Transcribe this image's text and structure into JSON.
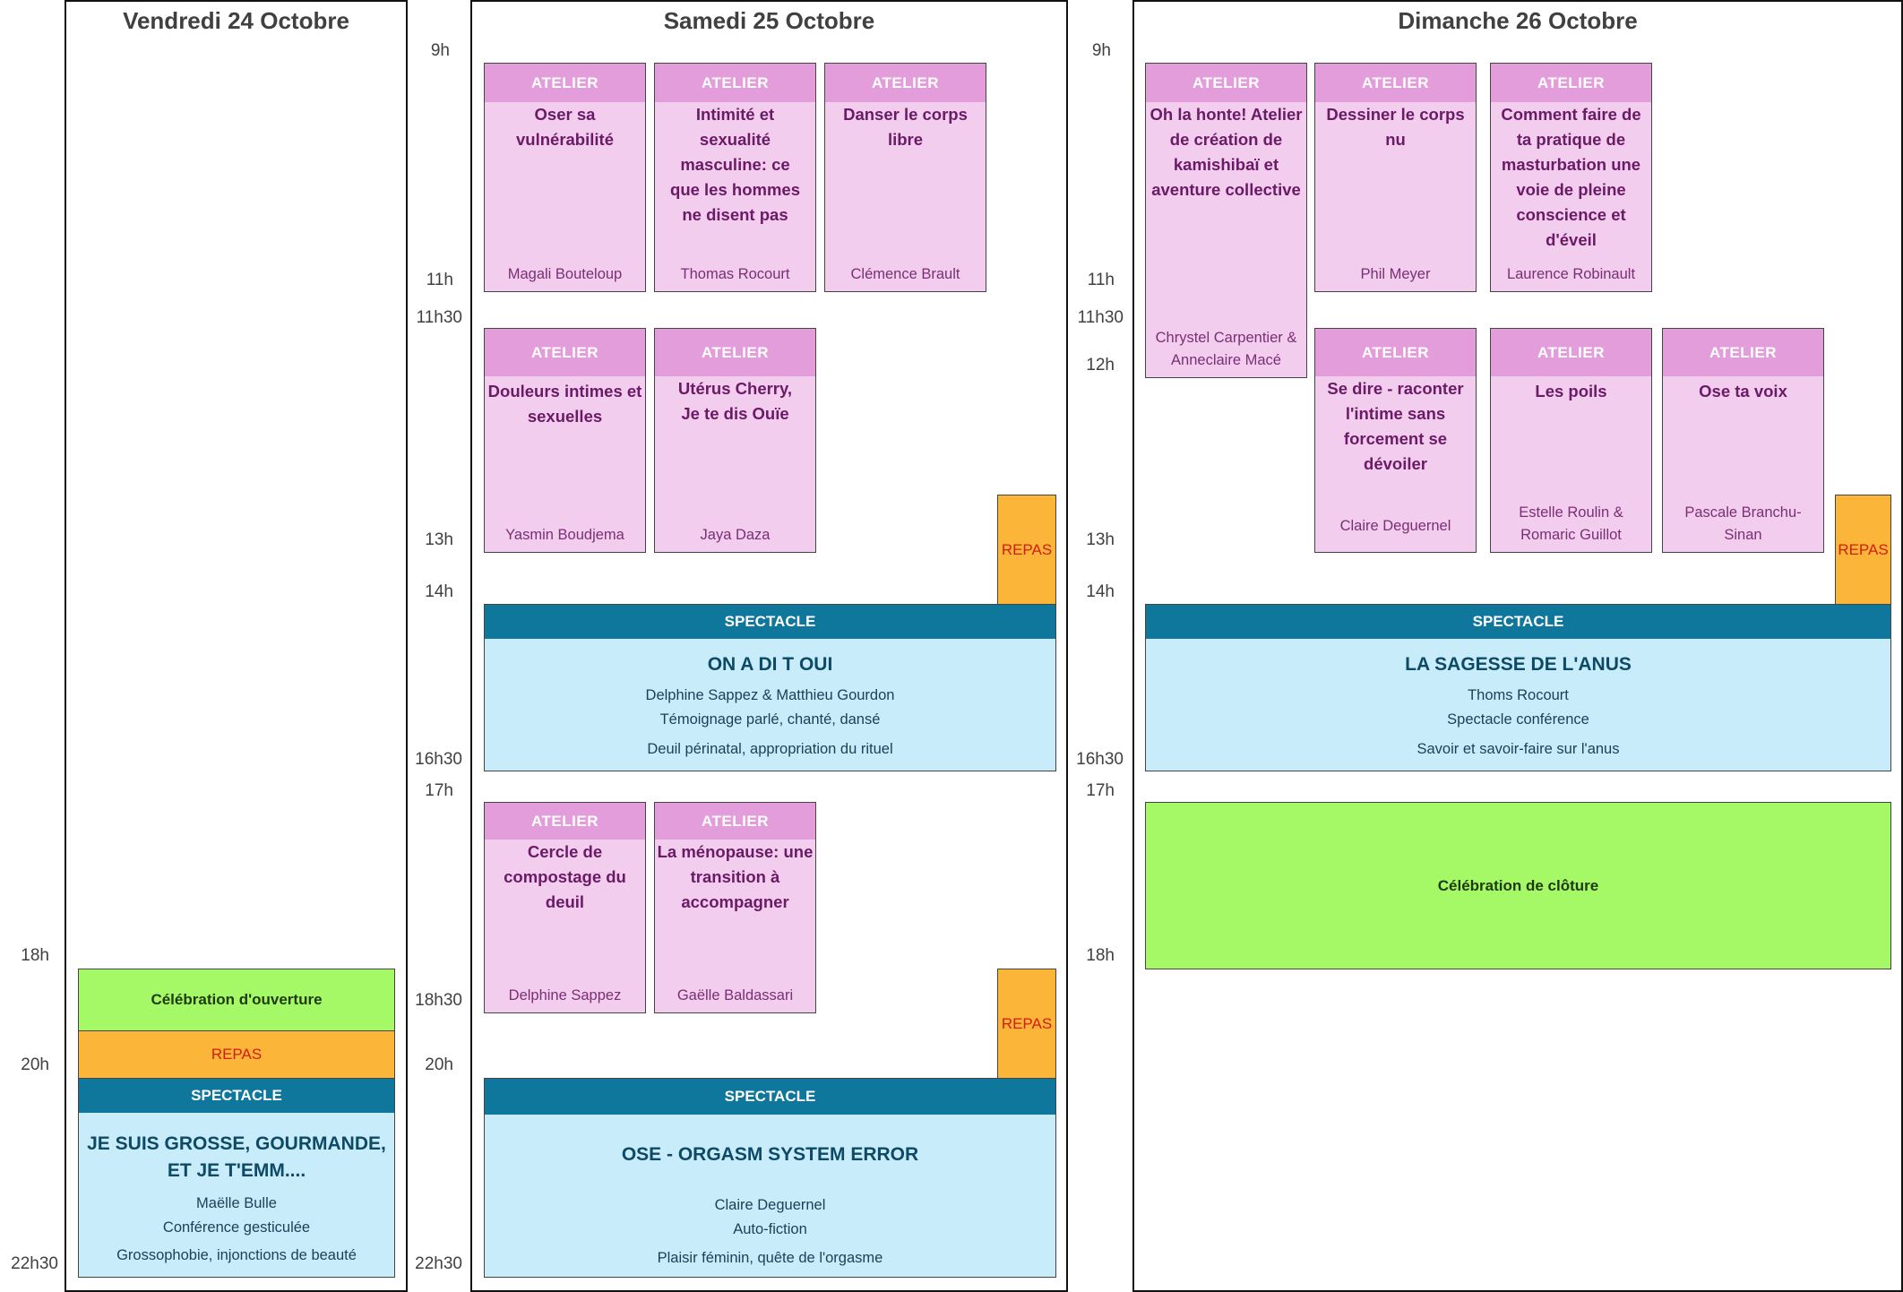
{
  "days": [
    {
      "title": "Vendredi 24 Octobre"
    },
    {
      "title": "Samedi 25 Octobre"
    },
    {
      "title": "Dimanche 26 Octobre"
    }
  ],
  "time_labels": {
    "vendredi": [
      "18h",
      "20h",
      "22h30"
    ],
    "samedi": [
      "9h",
      "11h",
      "11h30",
      "13h",
      "14h",
      "16h30",
      "17h",
      "18h30",
      "20h",
      "22h30"
    ],
    "dimanche": [
      "9h",
      "11h",
      "11h30",
      "12h",
      "13h",
      "14h",
      "16h30",
      "17h",
      "18h"
    ]
  },
  "labels": {
    "atelier": "ATELIER",
    "spectacle": "SPECTACLE",
    "repas": "REPAS"
  },
  "vendredi": {
    "opening": "Célébration d'ouverture",
    "repas": "REPAS",
    "spectacle": {
      "title": "JE SUIS GROSSE, GOURMANDE, ET JE T'EMM....",
      "lines": [
        "Maëlle Bulle",
        "Conférence gesticulée",
        "Grossophobie, injonctions de beauté"
      ]
    }
  },
  "samedi": {
    "ateliers_morning": [
      {
        "title": "Oser sa vulnérabilité",
        "who": "Magali Bouteloup"
      },
      {
        "title": "Intimité et sexualité masculine: ce que les hommes ne disent pas",
        "who": "Thomas Rocourt"
      },
      {
        "title": "Danser le corps libre",
        "who": "Clémence Brault"
      }
    ],
    "ateliers_midday": [
      {
        "title": "Douleurs intimes et sexuelles",
        "who": "Yasmin Boudjema"
      },
      {
        "title": "Utérus Cherry, Je te dis Ouïe",
        "who": "Jaya Daza"
      }
    ],
    "spectacle_afternoon": {
      "title": "ON A DI T OUI",
      "lines": [
        "Delphine Sappez & Matthieu Gourdon",
        "Témoignage parlé, chanté, dansé",
        "Deuil périnatal, appropriation du rituel"
      ]
    },
    "ateliers_evening": [
      {
        "title": "Cercle de compostage du deuil",
        "who": "Delphine Sappez"
      },
      {
        "title": "La ménopause: une transition à accompagner",
        "who": "Gaëlle Baldassari"
      }
    ],
    "spectacle_night": {
      "title": "OSE - ORGASM SYSTEM ERROR",
      "lines": [
        "Claire Deguernel",
        "Auto-fiction",
        "Plaisir féminin, quête de l'orgasme"
      ]
    }
  },
  "dimanche": {
    "ateliers_morning": [
      {
        "title": "Oh la honte! Atelier de création de kamishibaï et aventure collective",
        "who": "Chrystel Carpentier & Anneclaire Macé"
      },
      {
        "title": "Dessiner le corps nu",
        "who": "Phil Meyer"
      },
      {
        "title": "Comment faire de ta pratique de masturbation une voie de pleine conscience et d'éveil",
        "who": "Laurence Robinault"
      }
    ],
    "ateliers_midday": [
      {
        "title": "Se dire - raconter l'intime sans forcement se dévoiler",
        "who": "Claire Deguernel"
      },
      {
        "title": "Les poils",
        "who": "Estelle Roulin & Romaric Guillot"
      },
      {
        "title": "Ose ta voix",
        "who": "Pascale Branchu-Sinan"
      }
    ],
    "spectacle_afternoon": {
      "title": "LA SAGESSE DE L'ANUS",
      "lines": [
        "Thoms Rocourt",
        "Spectacle conférence",
        "Savoir et savoir-faire sur l'anus"
      ]
    },
    "closing": "Célébration de clôture"
  },
  "colors": {
    "atelier_header": "#e39ddb",
    "atelier_body": "#f2cdee",
    "spectacle_header": "#0f769c",
    "spectacle_body": "#c9ecfb",
    "repas": "#fbb538",
    "celebration": "#a5f866"
  }
}
